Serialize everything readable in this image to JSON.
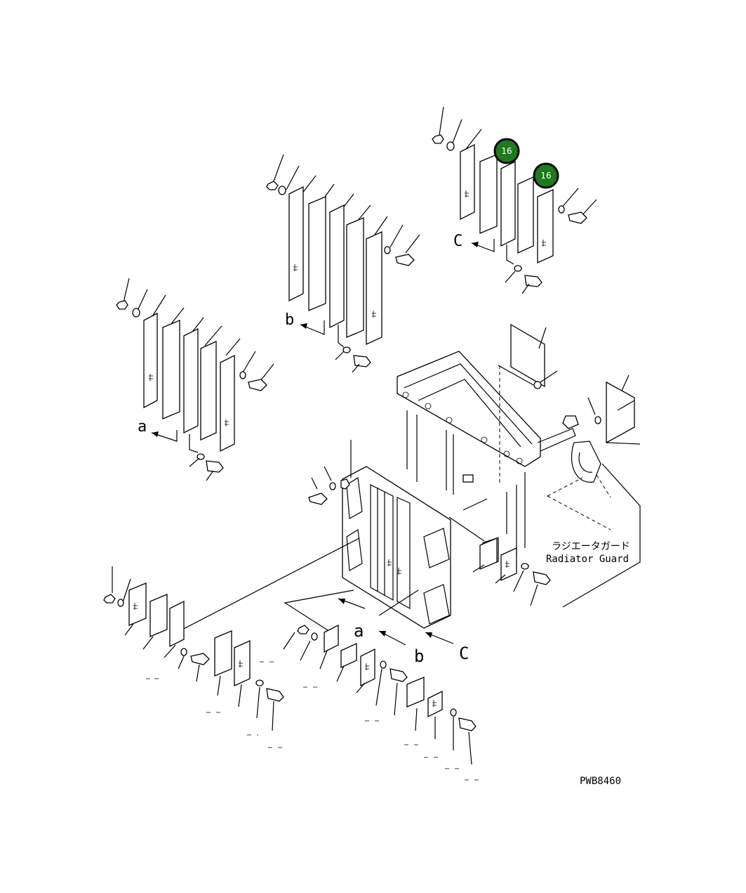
{
  "drawing_code": "PWB8460",
  "caption": {
    "japanese": "ラジエータガード",
    "english": "Radiator Guard"
  },
  "view_labels": {
    "a_upper": "a",
    "b_upper": "b",
    "c_upper": "C",
    "a_lower": "a",
    "b_lower": "b",
    "c_lower": "C"
  },
  "callouts": [
    {
      "label": "16",
      "color": "#1f7a1f"
    },
    {
      "label": "16",
      "color": "#1f7a1f"
    }
  ],
  "colors": {
    "line": "#000000",
    "background": "#ffffff",
    "callout_fill": "#1f7a1f"
  }
}
